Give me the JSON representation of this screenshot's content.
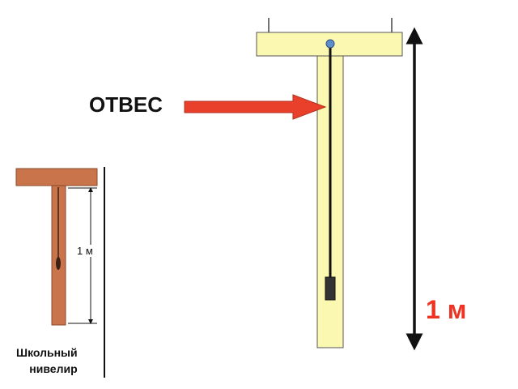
{
  "plumb_label": "ОТВЕС",
  "length_label_large": "1 м",
  "length_label_small": "1 м",
  "device_caption": {
    "line1": "Школьный",
    "line2": "нивелир"
  },
  "colors": {
    "large_frame": "#fbf8b2",
    "small_frame": "#c9744a",
    "arrow": "#e8402a",
    "length_text": "#ee3322"
  }
}
